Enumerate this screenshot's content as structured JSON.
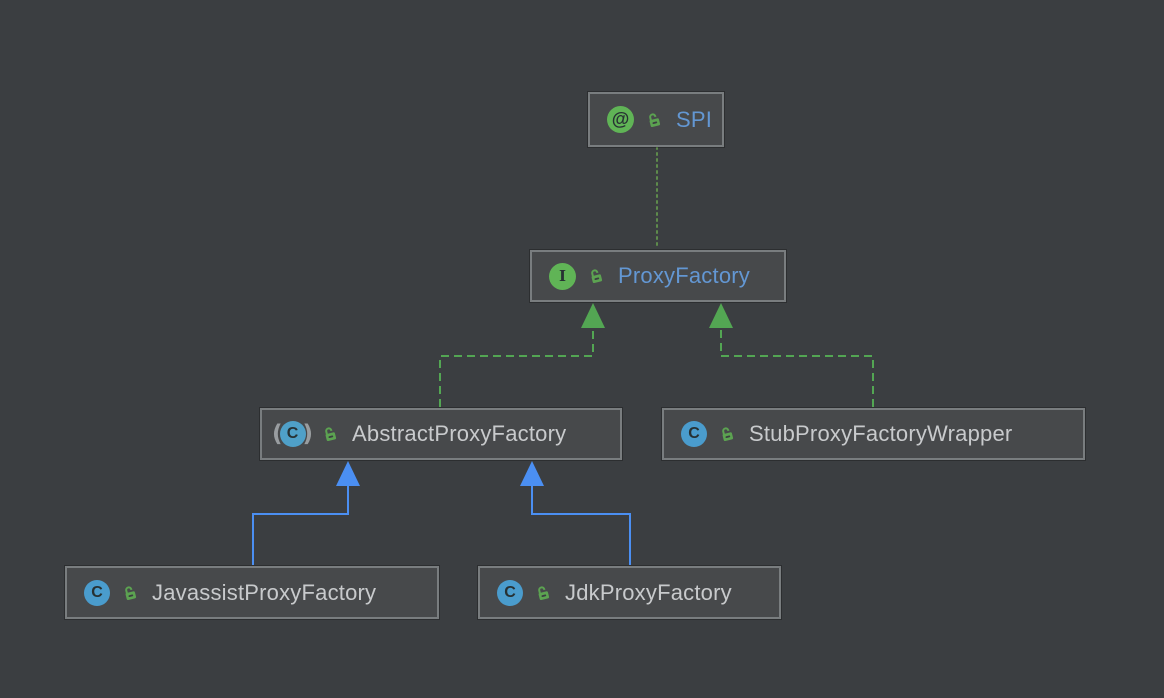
{
  "colors": {
    "background": "#3B3E41",
    "node_fill": "#47494B",
    "node_border": "#797D7F",
    "interface_text": "#6397D3",
    "class_text": "#C8CACC",
    "realization_edge": "#53A653",
    "annotation_edge": "#5E8B4C",
    "extends_edge": "#4B8FF2",
    "icon_green": "#60B456",
    "icon_blue": "#4A9CCD",
    "icon_teal": "#4FA0C8",
    "lock_green": "#5CA351",
    "paren_gray": "#999DA0"
  },
  "icons": {
    "annotation_glyph": "@",
    "interface_glyph": "I",
    "class_glyph": "C",
    "abstract_paren_left": "(",
    "abstract_paren_right": ")"
  },
  "nodes": {
    "spi": {
      "label": "SPI",
      "kind": "annotation",
      "visibility": "public"
    },
    "proxy_factory": {
      "label": "ProxyFactory",
      "kind": "interface",
      "visibility": "public"
    },
    "abstract_proxy_factory": {
      "label": "AbstractProxyFactory",
      "kind": "abstract-class",
      "visibility": "public"
    },
    "stub_proxy_factory_wrapper": {
      "label": "StubProxyFactoryWrapper",
      "kind": "class",
      "visibility": "public"
    },
    "javassist_proxy_factory": {
      "label": "JavassistProxyFactory",
      "kind": "class",
      "visibility": "public"
    },
    "jdk_proxy_factory": {
      "label": "JdkProxyFactory",
      "kind": "class",
      "visibility": "public"
    }
  },
  "edges": [
    {
      "from": "ProxyFactory",
      "to": "SPI",
      "type": "annotation-dotted"
    },
    {
      "from": "AbstractProxyFactory",
      "to": "ProxyFactory",
      "type": "realization-dashed"
    },
    {
      "from": "StubProxyFactoryWrapper",
      "to": "ProxyFactory",
      "type": "realization-dashed"
    },
    {
      "from": "JavassistProxyFactory",
      "to": "AbstractProxyFactory",
      "type": "extends-solid"
    },
    {
      "from": "JdkProxyFactory",
      "to": "AbstractProxyFactory",
      "type": "extends-solid"
    }
  ]
}
